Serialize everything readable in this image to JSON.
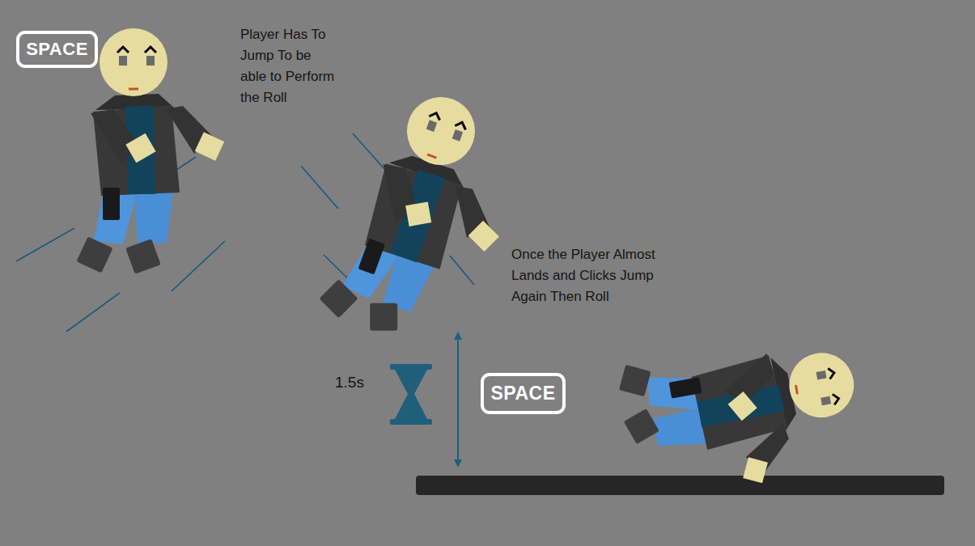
{
  "diagram": {
    "nodes": [
      {
        "text": [
          "SPACE"
        ]
      },
      {
        "text": [
          "SPACE"
        ]
      }
    ],
    "labels": [
      "Player Has To Jump To be able to Perform the Roll",
      "Once the Player Almost Lands and Clicks Jump Again Then Roll",
      "1.5s"
    ]
  }
}
